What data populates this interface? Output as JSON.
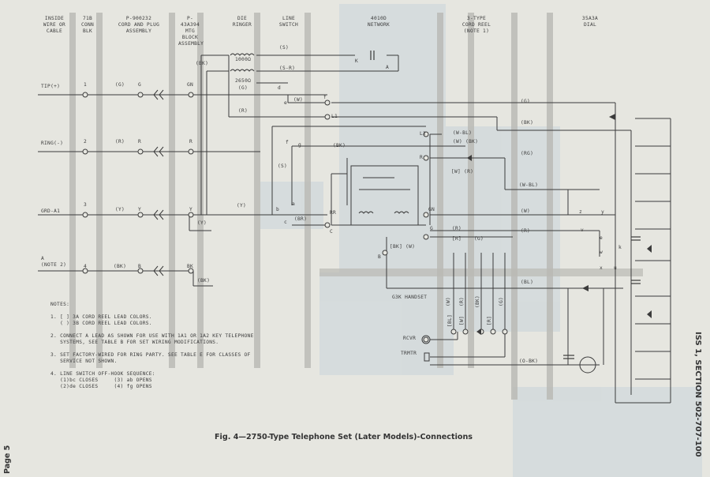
{
  "headers": {
    "inside_wire": "INSIDE\nWIRE OR\nCABLE",
    "conn_blk": "71B\nCONN\nBLK",
    "cord_plug": "P-900232\nCORD AND PLUG\nASSEMBLY",
    "mtg_block": "P-43A394\nMTG\nBLOCK\nASSEMBLY",
    "die_ringer": "DIE\nRINGER",
    "line_switch": "LINE\nSWITCH",
    "network": "4010D\nNETWORK",
    "cord_reel": "3-TYPE\nCORD REEL\n(NOTE 1)",
    "dial": "35A3A\nDIAL"
  },
  "wire_labels": {
    "tip": "TIP(+)",
    "ring": "RING(-)",
    "grd": "GRD-A1",
    "a_note": "A\n(NOTE 2)"
  },
  "terminals": {
    "t1": "1",
    "t2": "2",
    "t3": "3",
    "t4": "4",
    "g": "(G)",
    "g2": "G",
    "r1": "(R)",
    "r2": "R",
    "y1": "(Y)",
    "y2": "Y",
    "bk1": "(BK)",
    "bk2": "B",
    "gn": "GN",
    "r3": "R",
    "y3": "Y",
    "bk3": "BK",
    "y_paren": "(Y)",
    "bk_paren": "(BK)",
    "bk_top": "(BK)"
  },
  "component_labels": {
    "r1000": "1000Ω",
    "r2650": "2650Ω",
    "s": "(S)",
    "sr": "(S-R)",
    "g_ring": "(G)",
    "r_ring": "(R)",
    "k": "K",
    "a": "A",
    "f": "f",
    "d": "d",
    "e": "e",
    "w_small": "(W)",
    "l1": "L1",
    "l2": "L2",
    "fg_f": "f",
    "fg_g": "g",
    "bk_mid": "(BK)",
    "s2": "(S)",
    "y_line": "(Y)",
    "b": "b",
    "a2": "a",
    "c": "c",
    "br": "(BR)",
    "C": "C",
    "RR": "RR",
    "GN": "GN",
    "R": "R",
    "G": "G",
    "B": "B",
    "wbl": "(W-BL)",
    "wbk": "(W) (BK)",
    "w_r": "[W] (R)",
    "bk_w": "[BK] (W)",
    "r_paren": "(R)",
    "r_brk": "[R]",
    "g_paren": "(G)",
    "handset": "G3K HANDSET",
    "rcvr": "RCVR",
    "trmtr": "TRMTR",
    "hs_w": "(W)",
    "hs_bl": "[BL]",
    "hs_r": "(R)",
    "hs_w2": "[W]",
    "hs_bk": "(BK)",
    "hs_r2": "[R]",
    "hs_g": "(G)",
    "reel_g": "(G)",
    "reel_bk": "(BK)",
    "reel_rg": "(RG)",
    "reel_wbl": "(W-BL)",
    "reel_w": "(W)",
    "reel_r": "(R)",
    "reel_bl": "(BL)",
    "reel_obk": "(O-BK)",
    "z": "z",
    "y": "y",
    "v": "v",
    "e2": "e",
    "w": "w",
    "k2": "k",
    "x": "x",
    "u": "u"
  },
  "notes": {
    "title": "NOTES:",
    "n1": "1. [ ] 3A CORD REEL LEAD COLORS.\n   ( ) 3B CORD REEL LEAD COLORS.",
    "n2": "2. CONNECT A LEAD AS SHOWN FOR USE WITH 1A1 OR 1A2 KEY TELEPHONE\n   SYSTEMS, SEE TABLE B FOR SET WIRING MODIFICATIONS.",
    "n3": "3. SET FACTORY-WIRED FOR RING PARTY. SEE TABLE E FOR CLASSES OF\n   SERVICE NOT SHOWN.",
    "n4": "4. LINE SWITCH OFF-HOOK SEQUENCE:\n   (1)bc CLOSES     (3) ab OPENS\n   (2)de CLOSES     (4) fg OPENS"
  },
  "caption": "Fig. 4—2750-Type Telephone Set (Later Models)-Connections",
  "side_text": "ISS 1, SECTION 502-707-100",
  "page_text": "Page 5",
  "colors": {
    "paper": "#e6e6e0",
    "ink": "#3b3b3b",
    "stripe": "#b7b7b3",
    "patch": "#c9d4db"
  }
}
